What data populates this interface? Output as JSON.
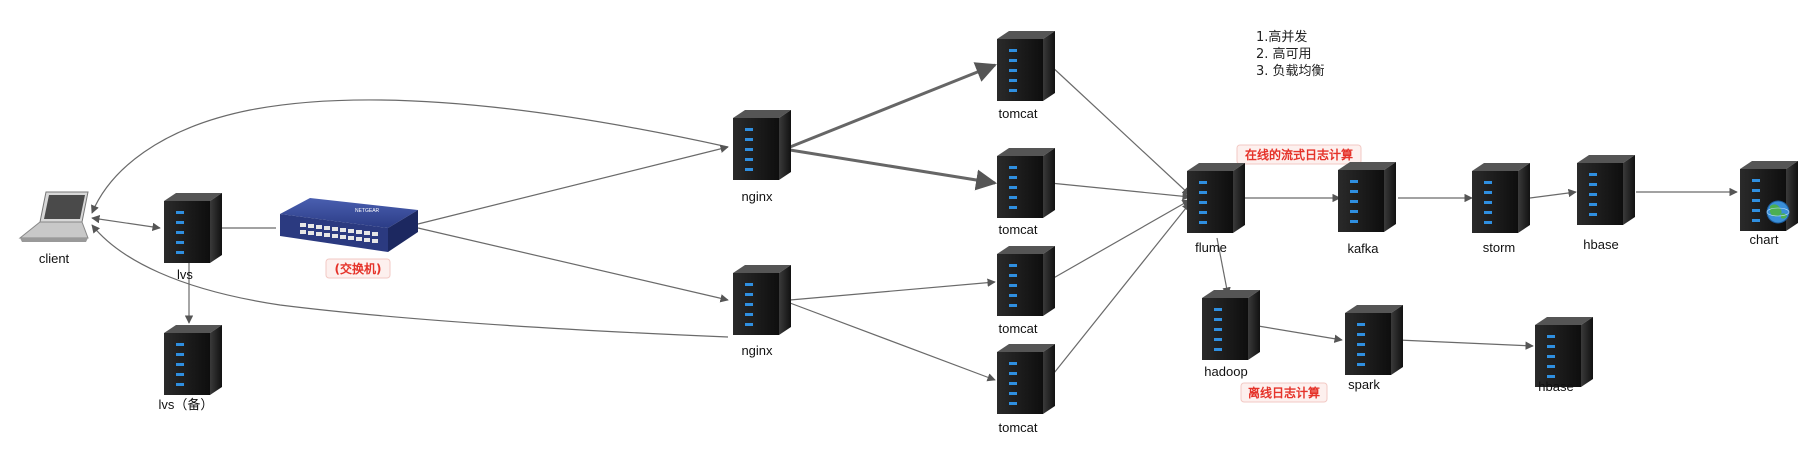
{
  "nodes": {
    "client": {
      "label": "client"
    },
    "lvs": {
      "label": "lvs"
    },
    "lvs_backup": {
      "label": "lvs（备）"
    },
    "switch_label": "(交换机)",
    "switch_brand": "NETGEAR",
    "nginx_top": {
      "label": "nginx"
    },
    "nginx_bottom": {
      "label": "nginx"
    },
    "tomcat_1": {
      "label": "tomcat"
    },
    "tomcat_2": {
      "label": "tomcat"
    },
    "tomcat_3": {
      "label": "tomcat"
    },
    "tomcat_4": {
      "label": "tomcat"
    },
    "flume": {
      "label": "flume"
    },
    "kafka": {
      "label": "kafka"
    },
    "storm": {
      "label": "storm"
    },
    "hbase_top": {
      "label": "hbase"
    },
    "chart": {
      "label": "chart"
    },
    "hadoop": {
      "label": "hadoop"
    },
    "spark": {
      "label": "spark"
    },
    "hbase_bottom": {
      "label": "hbase"
    }
  },
  "notes": [
    "1.高并发",
    "2. 高可用",
    "3. 负载均衡"
  ],
  "labels": {
    "online": "在线的流式日志计算",
    "offline": "离线日志计算"
  }
}
